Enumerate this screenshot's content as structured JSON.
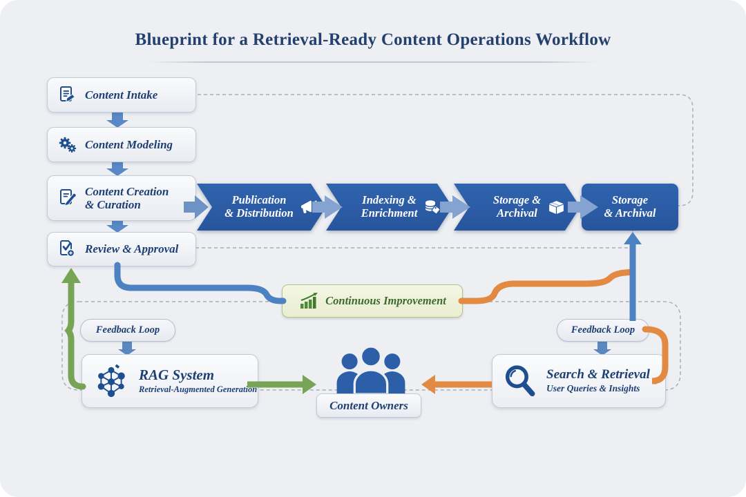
{
  "title": "Blueprint for a Retrieval-Ready Content Operations Workflow",
  "left_flow": [
    {
      "label": "Content Intake",
      "icon": "document-edit-icon"
    },
    {
      "label": "Content Modeling",
      "icon": "gears-icon"
    },
    {
      "line1": "Content Creation",
      "line2": "& Curation",
      "icon": "document-pencil-icon"
    },
    {
      "label": "Review & Approval",
      "icon": "document-check-icon"
    }
  ],
  "pipeline": [
    {
      "line1": "Publication",
      "line2": "& Distribution",
      "icon": "megaphone-icon"
    },
    {
      "line1": "Indexing &",
      "line2": "Enrichment",
      "icon": "database-tag-icon"
    },
    {
      "line1": "Storage &",
      "line2": "Archival",
      "icon": "package-icon"
    },
    {
      "line1": "Storage",
      "line2": "& Archival",
      "icon": "none"
    }
  ],
  "continuous_improvement": {
    "label": "Continuous Improvement",
    "icon": "growth-chart-icon"
  },
  "feedback_loop_left": {
    "label": "Feedback Loop"
  },
  "feedback_loop_right": {
    "label": "Feedback Loop"
  },
  "rag_system": {
    "title": "RAG System",
    "subtitle": "Retrieval-Augmented Generation",
    "icon": "network-graph-icon"
  },
  "search_retrieval": {
    "title": "Search & Retrieval",
    "subtitle": "User Queries & Insights",
    "icon": "magnifier-icon"
  },
  "content_owners": {
    "label": "Content Owners",
    "icon": "people-icon"
  },
  "colors": {
    "background": "#edeff3",
    "navy_text": "#1e3f74",
    "chevron_blue": "#2b5ba5",
    "connector_blue": "#4d82c2",
    "connector_green": "#77a455",
    "connector_orange": "#e28a41",
    "improvement_bg": "#eef2da",
    "improvement_text": "#3c6b2d",
    "dashed_gray": "#a8adb8"
  }
}
